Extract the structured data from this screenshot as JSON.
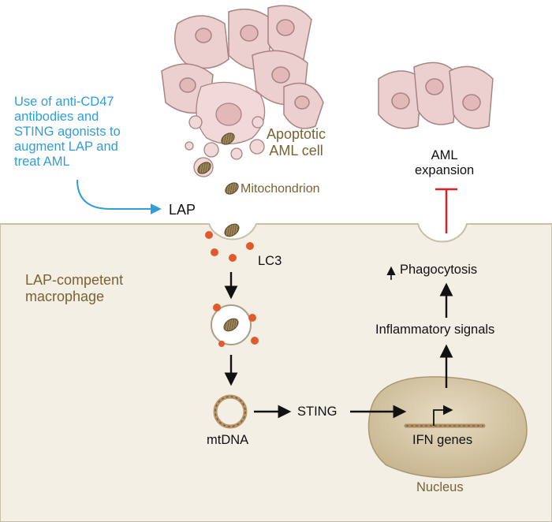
{
  "strategy_text": [
    "Use of anti-CD47",
    "antibodies and",
    "STING agonists to",
    "augment LAP and",
    "treat AML"
  ],
  "apoptotic_label": [
    "Apoptotic",
    "AML cell"
  ],
  "mitochondrion_label": "Mitochondrion",
  "lap_label": "LAP",
  "lc3_label": "LC3",
  "macrophage_label": [
    "LAP-competent",
    "macrophage"
  ],
  "mtdna_label": "mtDNA",
  "sting_label": "STING",
  "ifn_label": "IFN genes",
  "nucleus_label": "Nucleus",
  "inflammatory_label": "Inflammatory signals",
  "phagocytosis_label": "Phagocytosis",
  "aml_expansion_label": [
    "AML",
    "expansion"
  ],
  "colors": {
    "macrophage_fill": "#f3efe4",
    "membrane": "#c9bfa6",
    "cell_fill": "#ecd0cf",
    "cell_edge": "#a88383",
    "nucleus_fill": "#d9ccb0",
    "lc3": "#e05a2b",
    "blue": "#2e9fd8",
    "inhibit": "#d4242a",
    "brown_text": "#7a6233"
  },
  "icons": [
    "mitochondrion-icon",
    "lc3-dot-icon",
    "mtdna-ring-icon",
    "gene-promoter-arrow-icon",
    "inhibition-bar-icon"
  ]
}
